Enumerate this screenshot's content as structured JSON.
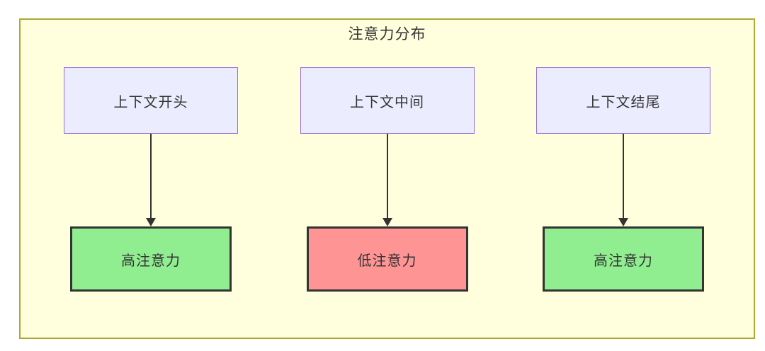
{
  "diagram": {
    "title": "注意力分布",
    "columns": [
      {
        "source": "上下文开头",
        "target": "高注意力",
        "level": "high"
      },
      {
        "source": "上下文中间",
        "target": "低注意力",
        "level": "low"
      },
      {
        "source": "上下文结尾",
        "target": "高注意力",
        "level": "high"
      }
    ],
    "colors": {
      "page_bg": "#ffffff",
      "frame_bg": "#ffffde",
      "frame_border": "#aaaa33",
      "source_node_bg": "#ececff",
      "source_node_border": "#9370db",
      "high_attention_bg": "#90ee90",
      "low_attention_bg": "#ff9494",
      "target_node_border": "#333333",
      "arrow_color": "#333333",
      "text_color": "#333333"
    }
  }
}
